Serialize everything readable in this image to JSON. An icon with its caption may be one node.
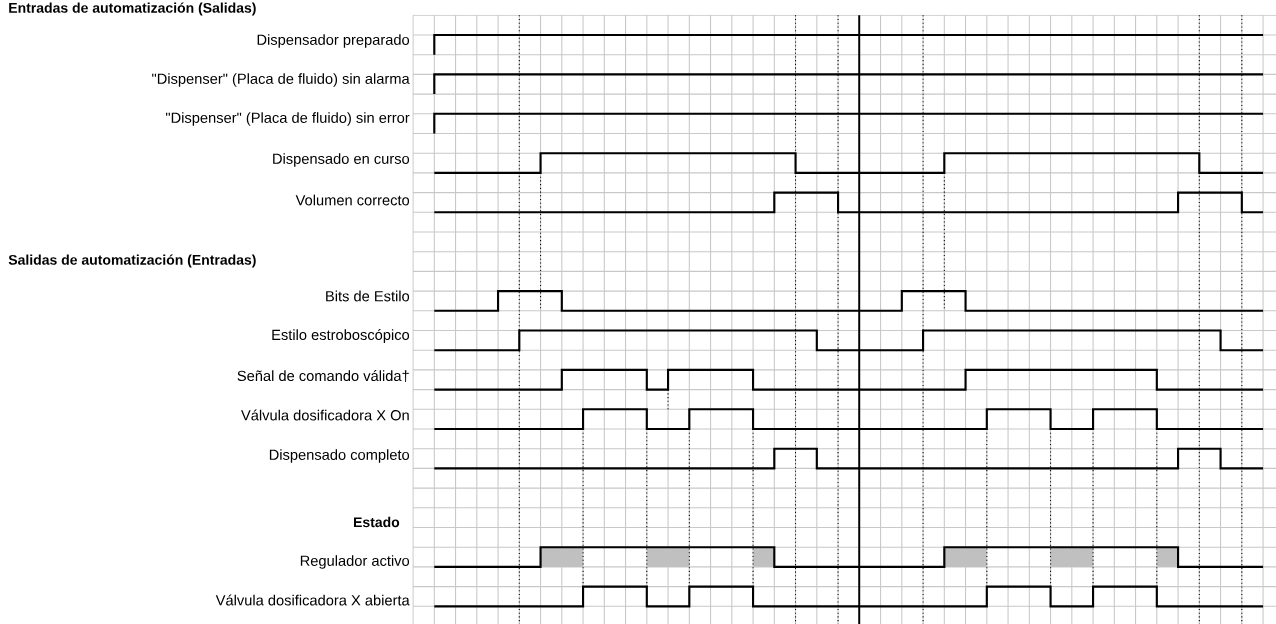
{
  "diagram": {
    "labels": [
      "Entradas de automatización (Salidas)",
      "Dispensador preparado",
      "\"Dispenser\" (Placa de fluido) sin alarma",
      "\"Dispenser\" (Placa de fluido) sin error",
      "Dispensado en curso",
      "Volumen correcto",
      "Salidas de automatización (Entradas)",
      "Bits de Estilo",
      "Estilo estroboscópico",
      "Señal de comando válida†",
      "Válvula dosificadora X On",
      "Dispensado completo",
      "Estado",
      "Regulador activo",
      "Válvula dosificadora X abierta"
    ]
  }
}
